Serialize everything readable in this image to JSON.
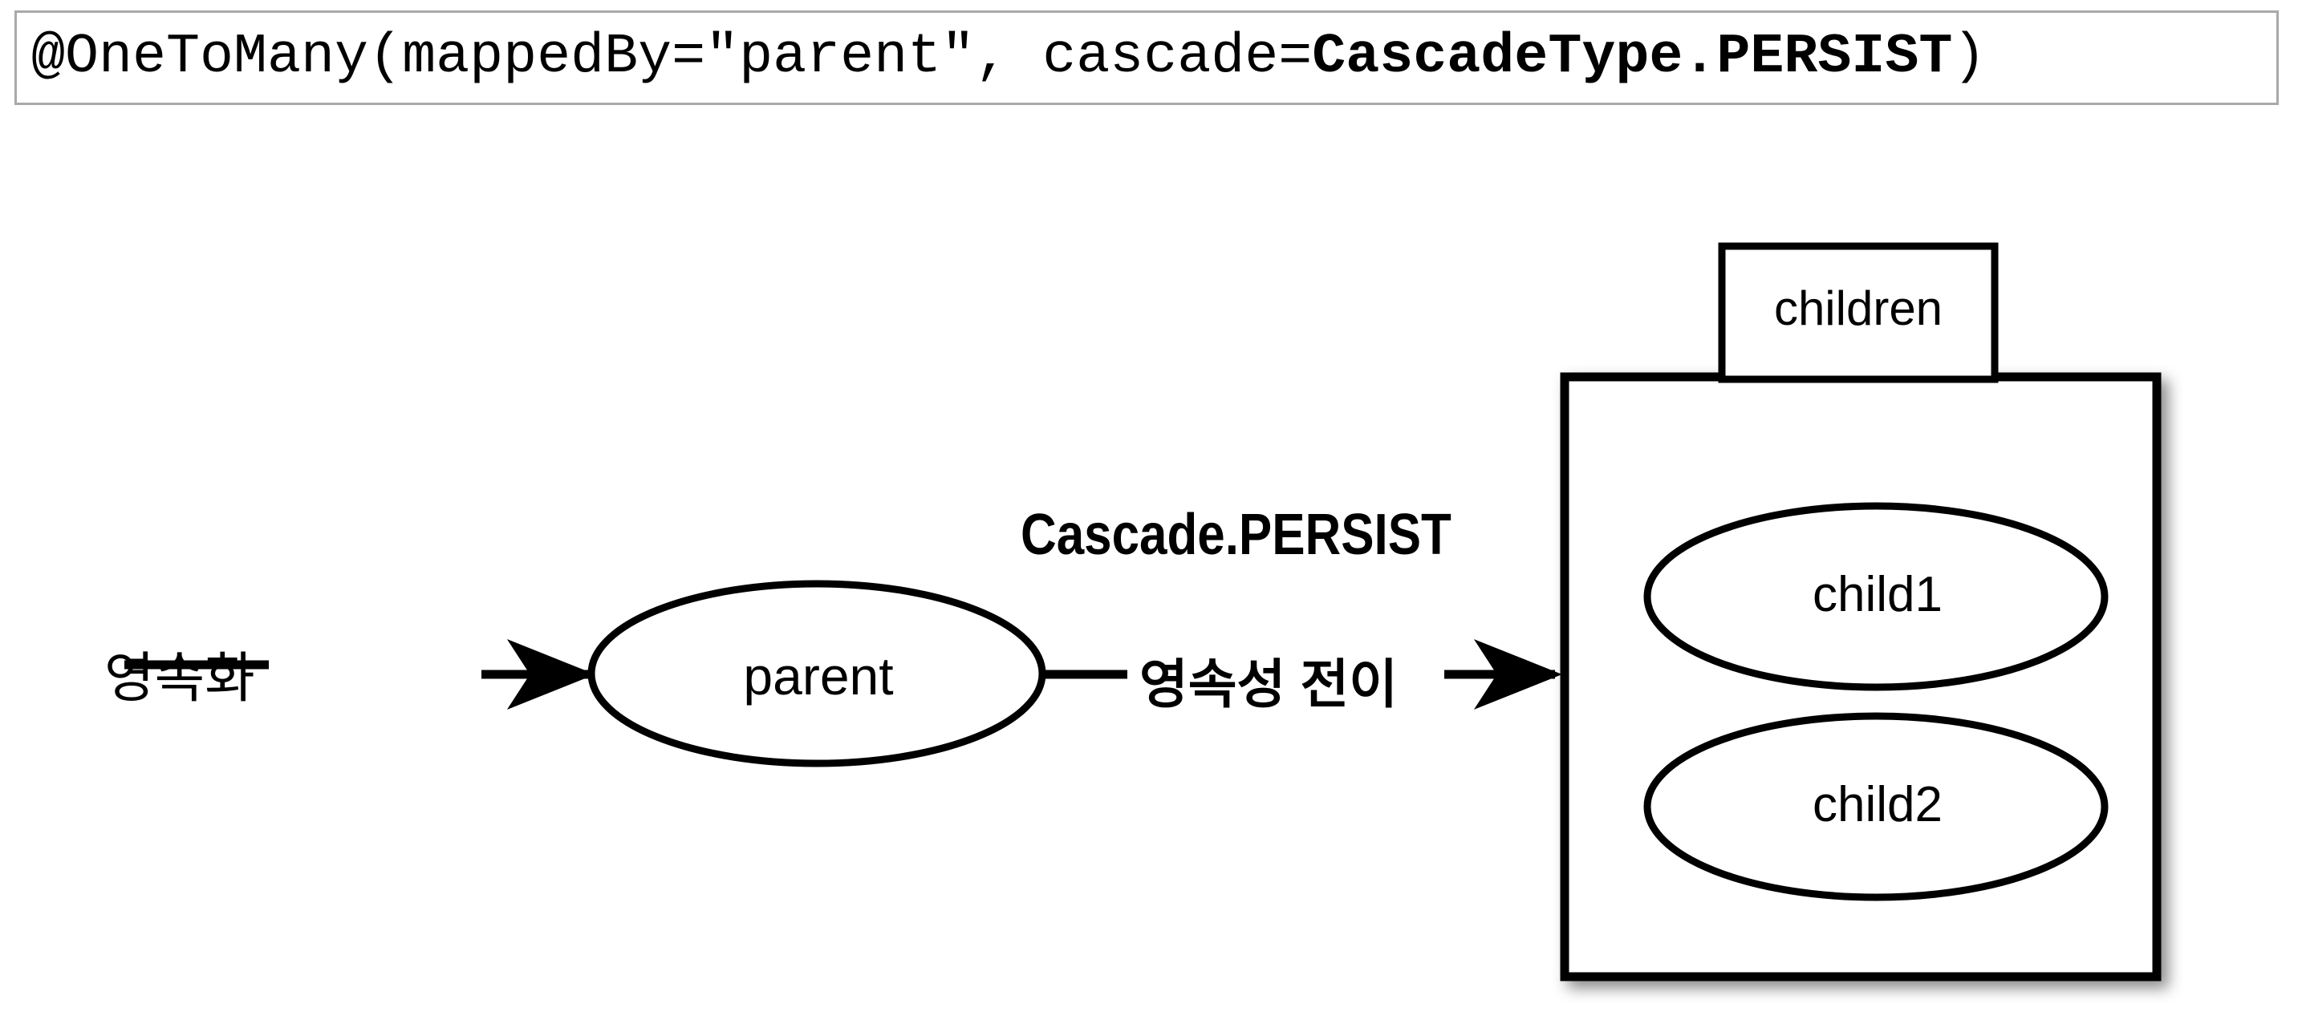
{
  "annotation": {
    "code_prefix": "@OneToMany(mappedBy=\"parent\", cascade=",
    "code_bold": "CascadeType.PERSIST",
    "code_suffix": ")"
  },
  "diagram": {
    "type": "jpa-cascade-persist-flow",
    "nodes": {
      "parent_ellipse_label": "parent",
      "children_tab_label": "children",
      "child1_ellipse_label": "child1",
      "child2_ellipse_label": "child2"
    },
    "edges": {
      "left_label": "영속화",
      "middle_upper_label": "Cascade.PERSIST",
      "middle_lower_label": "영속성 전이"
    },
    "colors": {
      "stroke": "#000000",
      "background": "#ffffff",
      "code_box_border": "#a9a9a9"
    }
  }
}
